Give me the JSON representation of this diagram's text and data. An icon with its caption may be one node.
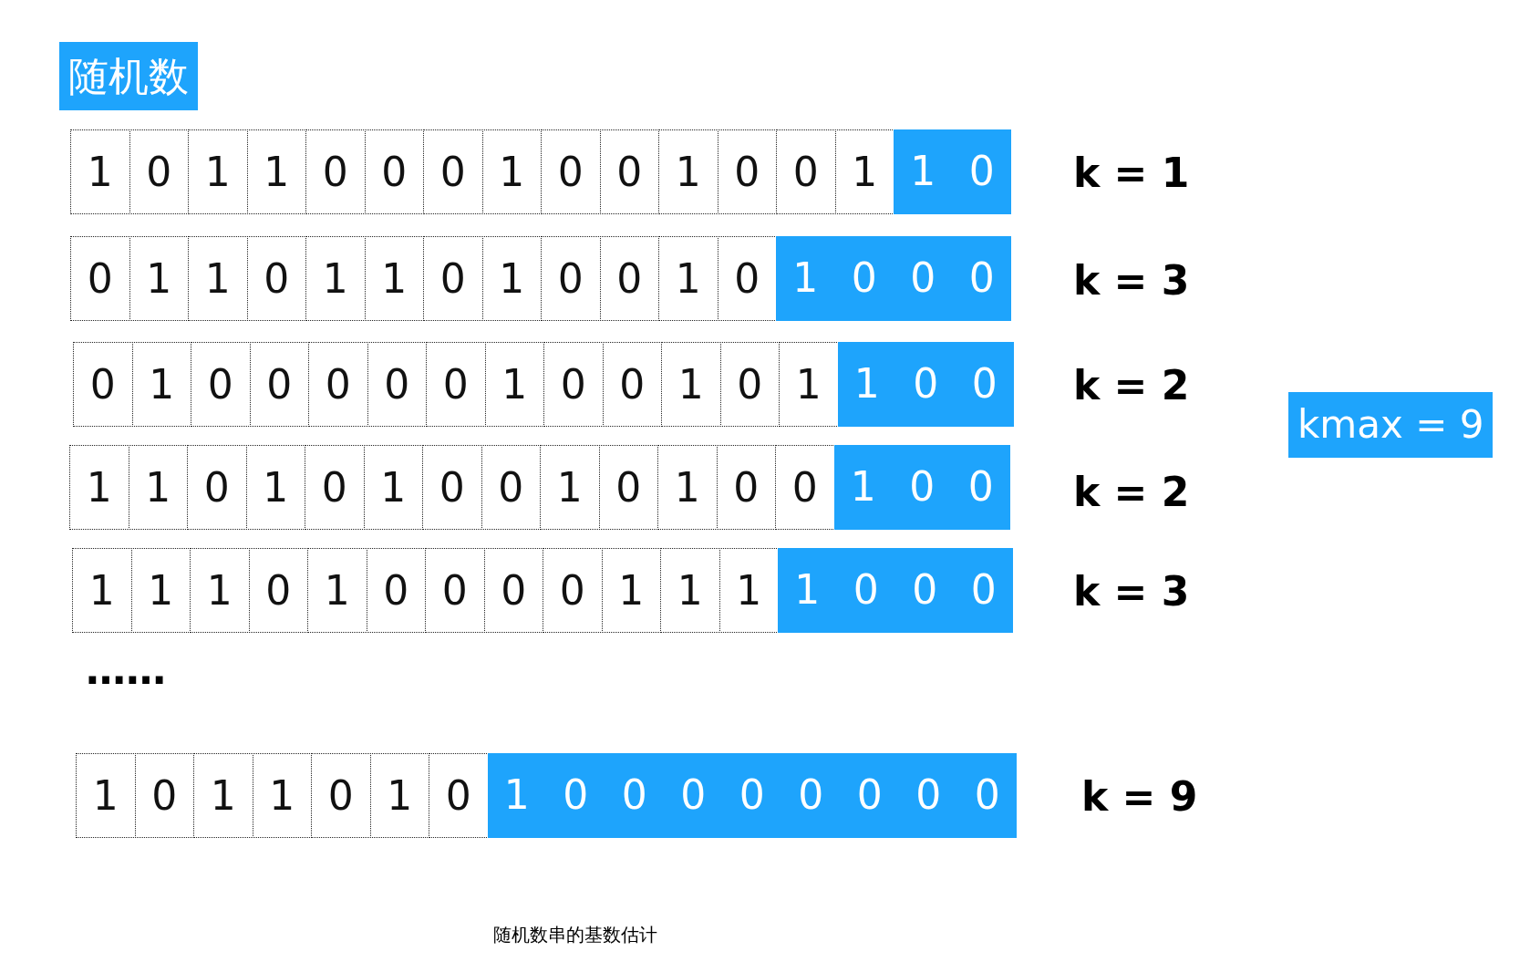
{
  "diagram": {
    "title": "随机数",
    "nodes": [
      {
        "text": [
          "1"
        ]
      },
      {
        "text": [
          "0"
        ]
      },
      {
        "text": [
          "1"
        ]
      },
      {
        "text": [
          "1"
        ]
      },
      {
        "text": [
          "0"
        ]
      },
      {
        "text": [
          "0"
        ]
      },
      {
        "text": [
          "0"
        ]
      },
      {
        "text": [
          "1"
        ]
      },
      {
        "text": [
          "0"
        ]
      },
      {
        "text": [
          "0"
        ]
      },
      {
        "text": [
          "1"
        ]
      },
      {
        "text": [
          "0"
        ]
      },
      {
        "text": [
          "0"
        ]
      },
      {
        "text": [
          "1"
        ]
      },
      {
        "text": [
          "1",
          "0"
        ]
      },
      {
        "text": [
          "0"
        ]
      },
      {
        "text": [
          "1"
        ]
      },
      {
        "text": [
          "1"
        ]
      },
      {
        "text": [
          "0"
        ]
      },
      {
        "text": [
          "1"
        ]
      },
      {
        "text": [
          "1"
        ]
      },
      {
        "text": [
          "0"
        ]
      },
      {
        "text": [
          "1"
        ]
      },
      {
        "text": [
          "0"
        ]
      },
      {
        "text": [
          "0"
        ]
      },
      {
        "text": [
          "1"
        ]
      },
      {
        "text": [
          "0"
        ]
      },
      {
        "text": [
          "1",
          "0",
          "0",
          "0"
        ]
      },
      {
        "text": [
          "0"
        ]
      },
      {
        "text": [
          "1"
        ]
      },
      {
        "text": [
          "0"
        ]
      },
      {
        "text": [
          "0"
        ]
      },
      {
        "text": [
          "0"
        ]
      },
      {
        "text": [
          "0"
        ]
      },
      {
        "text": [
          "0"
        ]
      },
      {
        "text": [
          "1"
        ]
      },
      {
        "text": [
          "0"
        ]
      },
      {
        "text": [
          "0"
        ]
      },
      {
        "text": [
          "1"
        ]
      },
      {
        "text": [
          "0"
        ]
      },
      {
        "text": [
          "1"
        ]
      },
      {
        "text": [
          "1",
          "0",
          "0"
        ]
      },
      {
        "text": [
          "1"
        ]
      },
      {
        "text": [
          "1"
        ]
      },
      {
        "text": [
          "0"
        ]
      },
      {
        "text": [
          "1"
        ]
      },
      {
        "text": [
          "0"
        ]
      },
      {
        "text": [
          "1"
        ]
      },
      {
        "text": [
          "0"
        ]
      },
      {
        "text": [
          "0"
        ]
      },
      {
        "text": [
          "1"
        ]
      },
      {
        "text": [
          "0"
        ]
      },
      {
        "text": [
          "1"
        ]
      },
      {
        "text": [
          "0"
        ]
      },
      {
        "text": [
          "0"
        ]
      },
      {
        "text": [
          "1",
          "0",
          "0"
        ]
      },
      {
        "text": [
          "1"
        ]
      },
      {
        "text": [
          "1"
        ]
      },
      {
        "text": [
          "1"
        ]
      },
      {
        "text": [
          "0"
        ]
      },
      {
        "text": [
          "1"
        ]
      },
      {
        "text": [
          "0"
        ]
      },
      {
        "text": [
          "0"
        ]
      },
      {
        "text": [
          "0"
        ]
      },
      {
        "text": [
          "0"
        ]
      },
      {
        "text": [
          "1"
        ]
      },
      {
        "text": [
          "1"
        ]
      },
      {
        "text": [
          "1"
        ]
      },
      {
        "text": [
          "1",
          "0",
          "0",
          "0"
        ]
      },
      {
        "text": [
          "1"
        ]
      },
      {
        "text": [
          "0"
        ]
      },
      {
        "text": [
          "1"
        ]
      },
      {
        "text": [
          "1"
        ]
      },
      {
        "text": [
          "0"
        ]
      },
      {
        "text": [
          "1"
        ]
      },
      {
        "text": [
          "0"
        ]
      },
      {
        "text": [
          "1",
          "0",
          "0",
          "0",
          "0",
          "0",
          "0",
          "0",
          "0"
        ]
      },
      {
        "text": [
          "kmax = 9"
        ]
      }
    ],
    "labels": [
      "k = 1",
      "k = 3",
      "k = 2",
      "k = 2",
      "k = 3",
      "……",
      "k = 9"
    ],
    "caption": "随机数串的基数估计"
  }
}
